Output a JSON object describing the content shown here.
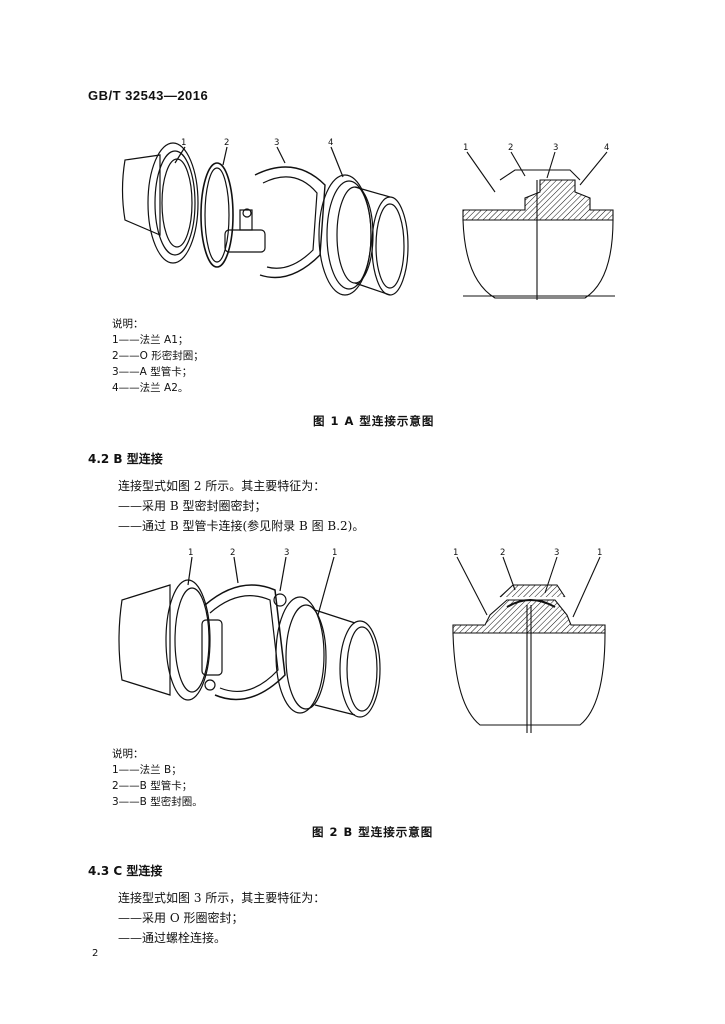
{
  "header": {
    "standard_no": "GB/T 32543—2016"
  },
  "figure1": {
    "callouts_left": [
      "1",
      "2",
      "3",
      "4"
    ],
    "callouts_right": [
      "1",
      "2",
      "3",
      "4"
    ],
    "legend_title": "说明：",
    "legend": [
      "1——法兰 A1；",
      "2——O 形密封圈；",
      "3——A 型管卡；",
      "4——法兰 A2。"
    ],
    "caption": "图 1   A 型连接示意图"
  },
  "section_4_2": {
    "heading": "4.2   B 型连接",
    "lines": [
      "连接型式如图 2 所示。其主要特征为：",
      "——采用 B 型密封圈密封；",
      "——通过 B 型管卡连接(参见附录 B 图 B.2)。"
    ]
  },
  "figure2": {
    "callouts_left": [
      "1",
      "2",
      "3",
      "1"
    ],
    "callouts_right": [
      "1",
      "2",
      "3",
      "1"
    ],
    "legend_title": "说明：",
    "legend": [
      "1——法兰 B；",
      "2——B 型管卡；",
      "3——B 型密封圈。"
    ],
    "caption": "图 2   B 型连接示意图"
  },
  "section_4_3": {
    "heading": "4.3   C 型连接",
    "lines": [
      "连接型式如图 3 所示，其主要特征为：",
      "——采用 O 形圈密封；",
      "——通过螺栓连接。"
    ]
  },
  "page_number": "2"
}
